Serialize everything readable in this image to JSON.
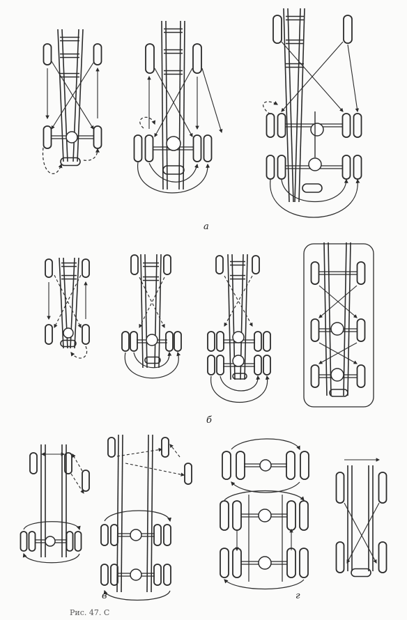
{
  "labels": {
    "a": "а",
    "b": "б",
    "v": "в",
    "g": "г"
  },
  "caption": "Рис. 47. С",
  "colors": {
    "ink": "#2b2b2b",
    "paper": "#fbfbfa"
  }
}
